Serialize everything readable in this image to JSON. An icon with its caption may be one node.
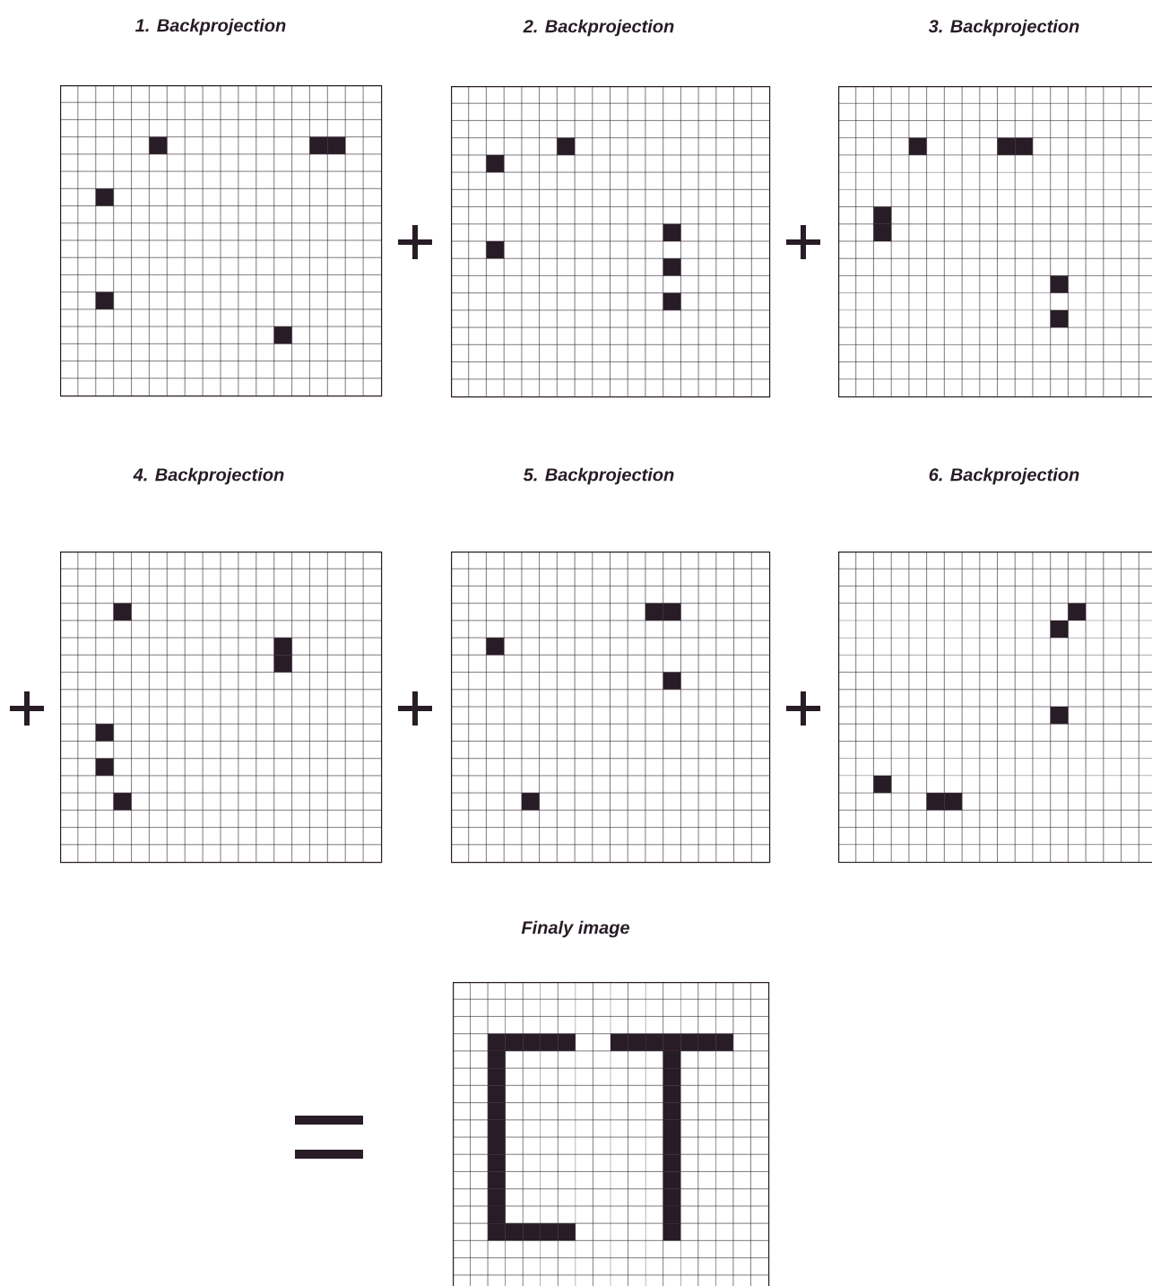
{
  "diagram": {
    "nodes": [
      {
        "text": [
          "1. Backprojection"
        ]
      },
      {
        "text": [
          "2. Backprojection"
        ]
      },
      {
        "text": [
          "3. Backprojection"
        ]
      },
      {
        "text": [
          "4. Backprojection"
        ]
      },
      {
        "text": [
          "5. Backprojection"
        ]
      },
      {
        "text": [
          "6. Backprojection"
        ]
      },
      {
        "text": [
          "Finaly image"
        ]
      }
    ]
  }
}
